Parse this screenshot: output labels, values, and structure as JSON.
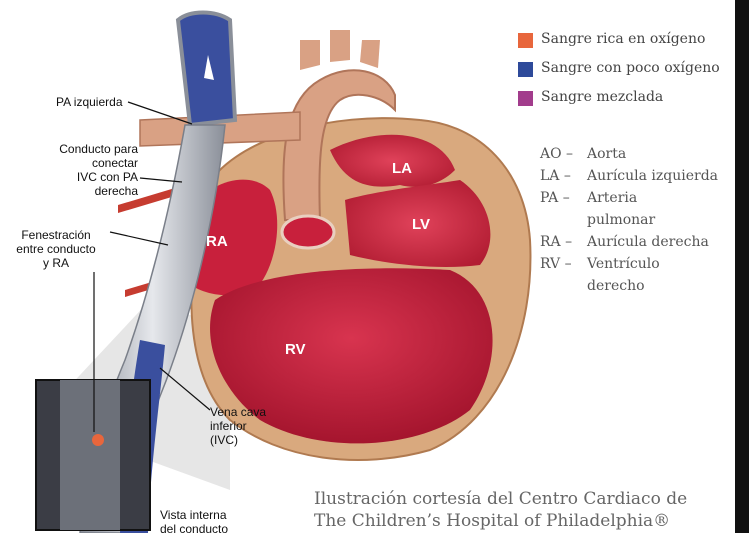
{
  "legend": [
    {
      "label": "Sangre rica en oxígeno",
      "color": "#e8663c"
    },
    {
      "label": "Sangre con poco oxígeno",
      "color": "#2e4a9a"
    },
    {
      "label": "Sangre mezclada",
      "color": "#a23c8c"
    }
  ],
  "abbreviations": [
    {
      "abbr": "AO –",
      "meaning": "Aorta"
    },
    {
      "abbr": "LA –",
      "meaning": "Aurícula izquierda"
    },
    {
      "abbr": "PA –",
      "meaning": "Arteria"
    },
    {
      "abbr": "",
      "meaning": "pulmonar"
    },
    {
      "abbr": "RA –",
      "meaning": "Aurícula derecha"
    },
    {
      "abbr": "RV –",
      "meaning": "Ventrículo"
    },
    {
      "abbr": "",
      "meaning": "derecho"
    }
  ],
  "labels": {
    "pa_izquierda": "PA izquierda",
    "conducto": [
      "Conducto para",
      "conectar",
      "IVC con PA",
      "derecha"
    ],
    "fenestracion": [
      "Fenestración",
      "entre conducto",
      "y RA"
    ],
    "vena_cava": [
      "Vena cava",
      "inferior",
      "(IVC)"
    ],
    "vista": [
      "Vista interna",
      "del conducto"
    ]
  },
  "chambers": {
    "la": "LA",
    "lv": "LV",
    "ra": "RA",
    "rv": "RV"
  },
  "credit": [
    "Ilustración cortesía del Centro Cardiaco de",
    "The Children’s Hospital of Philadelphia®"
  ]
}
